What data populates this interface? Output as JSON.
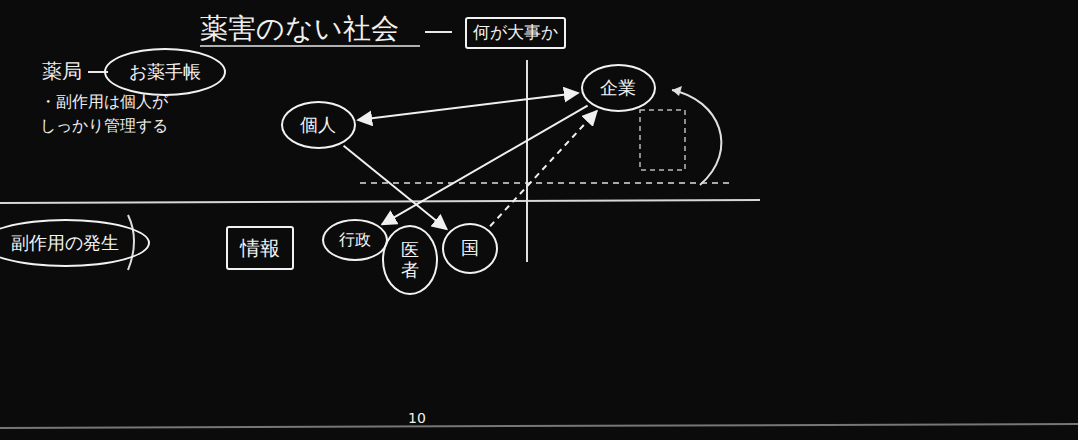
{
  "diagram": {
    "title": "薬害のない社会",
    "nodes": [
      {
        "text": [
          "何が大事か"
        ]
      },
      {
        "text": [
          "お薬手帳"
        ]
      },
      {
        "text": [
          "個人"
        ]
      },
      {
        "text": [
          "企業"
        ]
      },
      {
        "text": [
          "副作用の発生"
        ]
      },
      {
        "text": [
          "情報"
        ]
      },
      {
        "text": [
          "行政"
        ]
      },
      {
        "text": [
          "医者"
        ]
      },
      {
        "text": [
          "国"
        ]
      }
    ],
    "edges": [
      {
        "from": 2,
        "to": 3,
        "arrow": "both"
      },
      {
        "from": 2,
        "to": 8,
        "arrow": "to"
      },
      {
        "from": 3,
        "to": 6,
        "arrow": "to"
      },
      {
        "from": 8,
        "to": 3,
        "arrow": "to"
      }
    ],
    "labels": [
      "薬局",
      "・副作用は個人が",
      "しっかり管理する",
      "10"
    ]
  }
}
